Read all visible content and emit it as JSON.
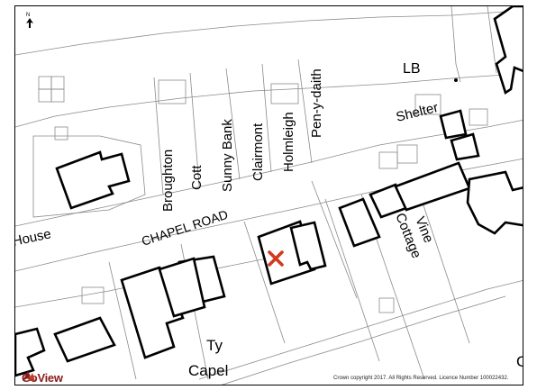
{
  "map": {
    "north_label": "N",
    "labels": {
      "lb": "LB",
      "shelter": "Shelter",
      "broughton": "Broughton",
      "cott": "Cott",
      "sunny_bank": "Sunny Bank",
      "clairmont": "Clairmont",
      "holmleigh": "Holmleigh",
      "pen_y_daith": "Pen-y-daith",
      "chapel_road": "CHAPEL ROAD",
      "house": "House",
      "vine": "Vine",
      "cottage": "Cottage",
      "ty": "Ty",
      "capel": "Capel",
      "g": "G"
    },
    "marker_color": "#d23a1f",
    "copyright": "Crown copyright 2017. All Rights Reserved. Licence Number 100022432.",
    "logo_text": "GoView",
    "logo_color": "#8a1c1c"
  }
}
